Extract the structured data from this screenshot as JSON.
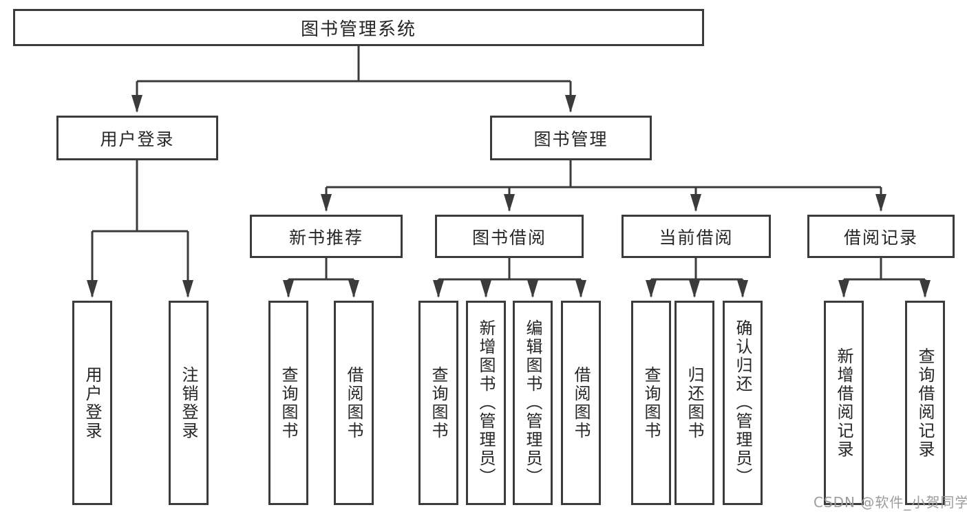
{
  "tree": {
    "root": {
      "label": "图书管理系统"
    },
    "branches": [
      {
        "label": "用户登录",
        "children": [
          {
            "label": "用户登录"
          },
          {
            "label": "注销登录"
          }
        ]
      },
      {
        "label": "图书管理",
        "children": [
          {
            "label": "新书推荐",
            "children": [
              {
                "label": "查询图书"
              },
              {
                "label": "借阅图书"
              }
            ]
          },
          {
            "label": "图书借阅",
            "children": [
              {
                "label": "查询图书"
              },
              {
                "label": "新增图书（管理员）"
              },
              {
                "label": "编辑图书（管理员）"
              },
              {
                "label": "借阅图书"
              }
            ]
          },
          {
            "label": "当前借阅",
            "children": [
              {
                "label": "查询图书"
              },
              {
                "label": "归还图书"
              },
              {
                "label": "确认归还（管理员）"
              }
            ]
          },
          {
            "label": "借阅记录",
            "children": [
              {
                "label": "新增借阅记录"
              },
              {
                "label": "查询借阅记录"
              }
            ]
          }
        ]
      }
    ]
  },
  "watermark": "CSDN @软件_小贺同学",
  "colors": {
    "line": "#3b3b3b",
    "text": "#262626",
    "watermark": "#9c9c9c",
    "background": "#ffffff"
  }
}
